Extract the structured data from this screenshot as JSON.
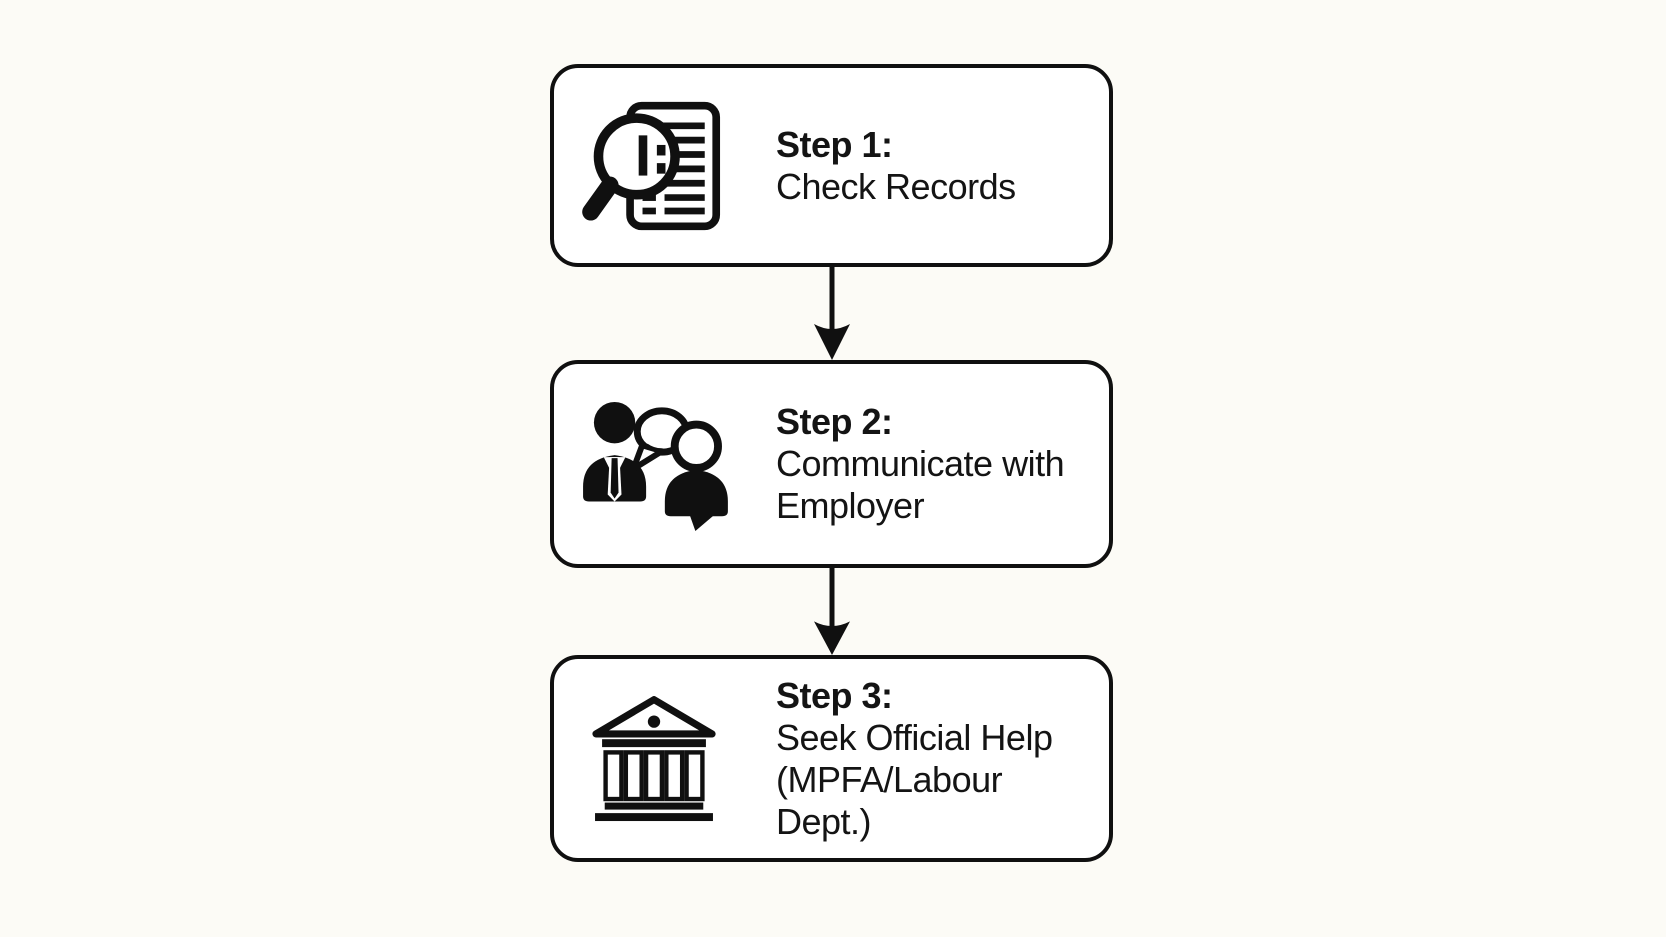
{
  "page": {
    "description": "Three-step vertical process flowchart",
    "background_color": "#fcfbf6"
  },
  "colors": {
    "stroke": "#101010",
    "box_fill": "#ffffff",
    "text": "#141414"
  },
  "steps": [
    {
      "title": "Step 1:",
      "lines": [
        "Check Records"
      ],
      "icon": "magnifier-document-icon"
    },
    {
      "title": "Step 2:",
      "lines": [
        "Communicate with",
        "Employer"
      ],
      "icon": "people-conversation-icon"
    },
    {
      "title": "Step 3:",
      "lines": [
        "Seek Official Help",
        "(MPFA/Labour Dept.)"
      ],
      "icon": "government-building-icon"
    }
  ],
  "connectors": [
    {
      "type": "arrow-down"
    },
    {
      "type": "arrow-down"
    }
  ]
}
